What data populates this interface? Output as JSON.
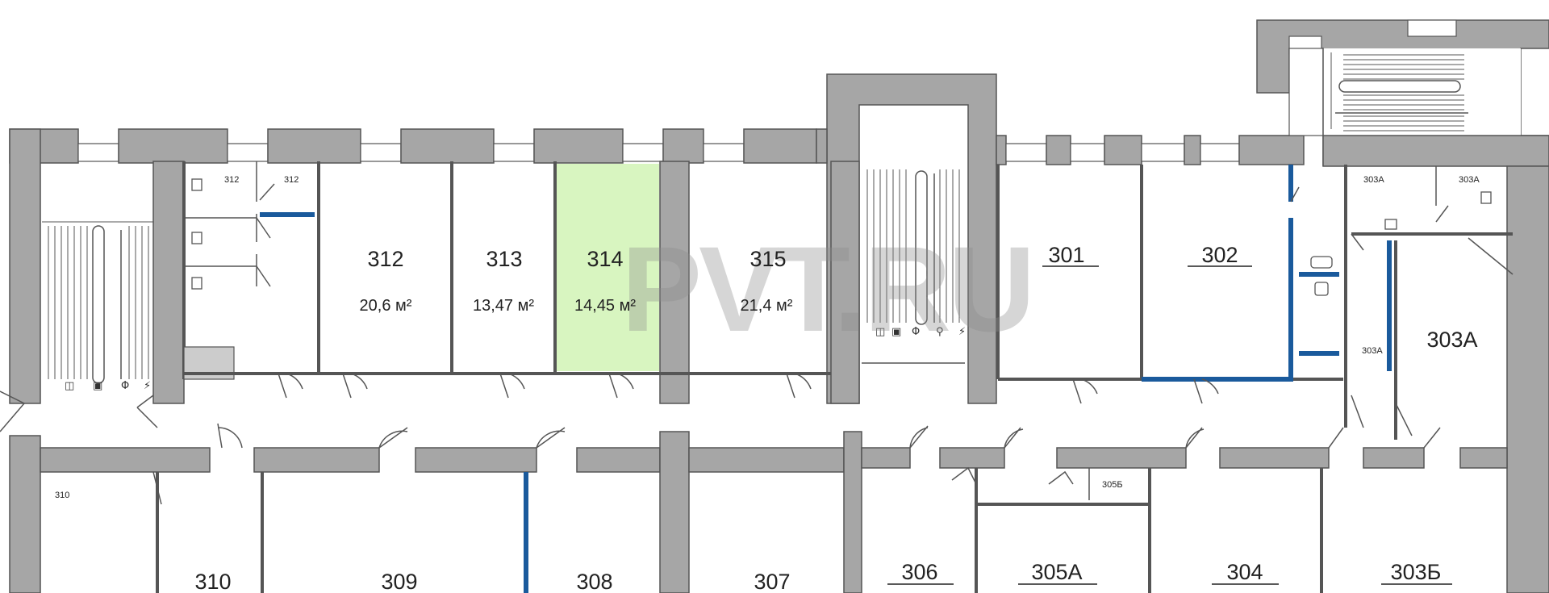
{
  "watermark": "PVT.RU",
  "rooms": {
    "r312": {
      "number": "312",
      "area": "20,6 м²"
    },
    "r313": {
      "number": "313",
      "area": "13,47 м²"
    },
    "r314": {
      "number": "314",
      "area": "14,45 м²"
    },
    "r315": {
      "number": "315",
      "area": "21,4 м²"
    },
    "r301": {
      "number": "301"
    },
    "r302": {
      "number": "302"
    },
    "r303A": {
      "number": "303А"
    },
    "r303B": {
      "number": "303Б"
    },
    "r304": {
      "number": "304"
    },
    "r305A": {
      "number": "305А"
    },
    "r306": {
      "number": "306"
    },
    "r307": {
      "number": "307"
    },
    "r308": {
      "number": "308"
    },
    "r309": {
      "number": "309"
    },
    "r310": {
      "number": "310"
    }
  },
  "small_labels": {
    "wc312_a": "312",
    "wc312_b": "312",
    "r310_corner": "310",
    "r303A_a": "303А",
    "r303A_b": "303А",
    "r303A_side": "303А",
    "r305B": "305Б"
  },
  "colors": {
    "highlight_room": "#d8f5c0",
    "wall": "#a6a6a6",
    "blue_partition": "#1a5a9c"
  }
}
